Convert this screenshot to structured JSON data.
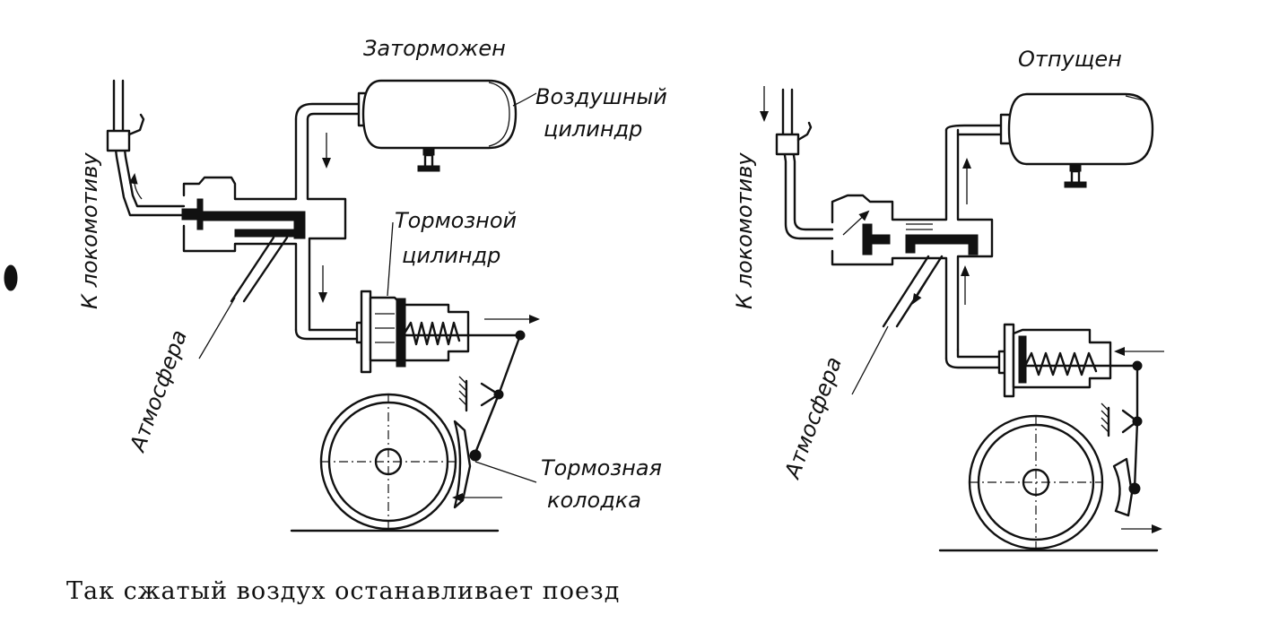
{
  "figure": {
    "caption": "Так сжатый воздух останавливает поезд"
  },
  "braked": {
    "title": "Заторможен",
    "air_reservoir_label": [
      "Воздушный",
      "цилиндр"
    ],
    "brake_cylinder_label": [
      "Тормозной",
      "цилиндр"
    ],
    "brake_shoe_label": [
      "Тормозная",
      "колодка"
    ],
    "atmosphere_label": "Атмосфера",
    "locomotive_label": "К локомотиву"
  },
  "released": {
    "title": "Отпущен",
    "atmosphere_label": "Атмосфера",
    "locomotive_label": "К локомотиву"
  }
}
